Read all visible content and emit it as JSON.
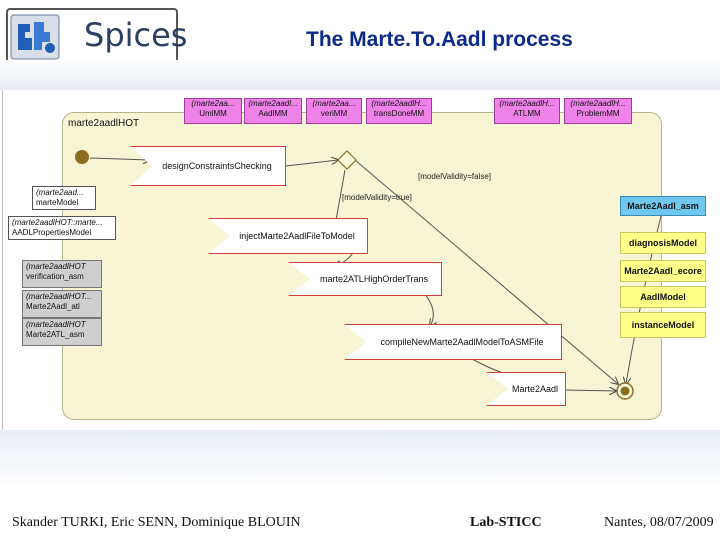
{
  "header": {
    "logo_text": "Spices",
    "title": "The Marte.To.Aadl process"
  },
  "diagram": {
    "frame_label": "marte2aadlHOT",
    "pins": [
      {
        "type": "(marte2aa...",
        "name": "UmlMM"
      },
      {
        "type": "(marte2aadl...",
        "name": "AadlMM"
      },
      {
        "type": "(marte2aa...",
        "name": "veriMM"
      },
      {
        "type": "(marte2aadlH...",
        "name": "transDoneMM"
      },
      {
        "type": "(marte2aadlH...",
        "name": "ATLMM"
      },
      {
        "type": "(marte2aadlH...",
        "name": "ProblemMM"
      }
    ],
    "actions": {
      "design": "designConstraintsChecking",
      "inject": "injectMarte2AadlFileToModel",
      "hot": "marte2ATLHighOrderTrans",
      "compile": "compileNewMarte2AadlModelToASMFile",
      "final": "Marte2Aadl"
    },
    "guards": {
      "false": "[modelValidity=false]",
      "true": "[modelValidity=true]"
    },
    "left_inputs": [
      {
        "type": "(marte2aad...",
        "name": "marteModel"
      },
      {
        "type": "(marte2aadlHOT::marte...",
        "name": "AADLPropertiesModel"
      }
    ],
    "left_grey": [
      {
        "type": "(marte2aadlHOT",
        "name": "verification_asm"
      },
      {
        "type": "(marte2aadlHOT...",
        "name": "Marte2Aadl_atl"
      },
      {
        "type": "(marte2aadlHOT",
        "name": "Marte2ATL_asm"
      }
    ],
    "right_asm": "Marte2Aadl_asm",
    "right_outputs": [
      "diagnosisModel",
      "Marte2Aadl_ecore",
      "AadlModel",
      "instanceModel"
    ]
  },
  "footer": {
    "authors": "Skander TURKI, Eric SENN, Dominique BLOUIN",
    "lab": "Lab-STICC",
    "place_date": "Nantes, 08/07/2009"
  },
  "colors": {
    "frame": "#f7f5d4",
    "pin": "#ee82e8",
    "action_border": "#d1403b",
    "output": "#ffff8a",
    "asm": "#6fc8ef",
    "title": "#0b2a8a",
    "node": "#8a6d20"
  }
}
